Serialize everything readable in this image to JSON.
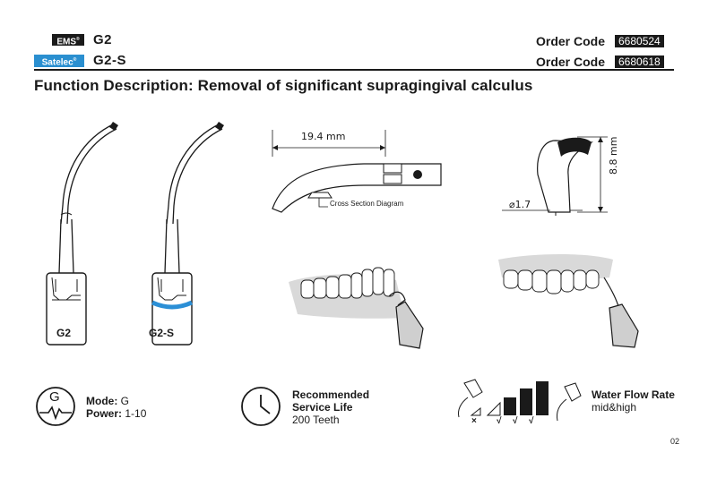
{
  "header": {
    "row1": {
      "brand": "EMS",
      "model": "G2",
      "order_label": "Order Code",
      "order_code": "6680524"
    },
    "row2": {
      "brand": "Satelec",
      "model": "G2-S",
      "order_label": "Order Code",
      "order_code": "6680618"
    }
  },
  "function_description": "Function Description: Removal of significant supragingival calculus",
  "tips": [
    {
      "label": "G2"
    },
    {
      "label": "G2-S"
    }
  ],
  "diagram": {
    "length": "19.4 mm",
    "cross_section": "Cross Section Diagram",
    "diameter": "1.7",
    "height": "8.8 mm"
  },
  "specs": {
    "mode_icon_letter": "G",
    "mode_label": "Mode:",
    "mode_value": "G",
    "power_label": "Power:",
    "power_value": "1-10",
    "life_title_1": "Recommended",
    "life_title_2": "Service Life",
    "life_value": "200 Teeth",
    "water_title": "Water Flow Rate",
    "water_value": "mid&high",
    "water_marks": [
      "×",
      "√",
      "√",
      "√"
    ]
  },
  "page_number": "02",
  "colors": {
    "ink": "#1a1a1a",
    "satelec_blue": "#2a8fd0",
    "ring_blue": "#2b8fd6",
    "gum": "#d9d9d9"
  }
}
